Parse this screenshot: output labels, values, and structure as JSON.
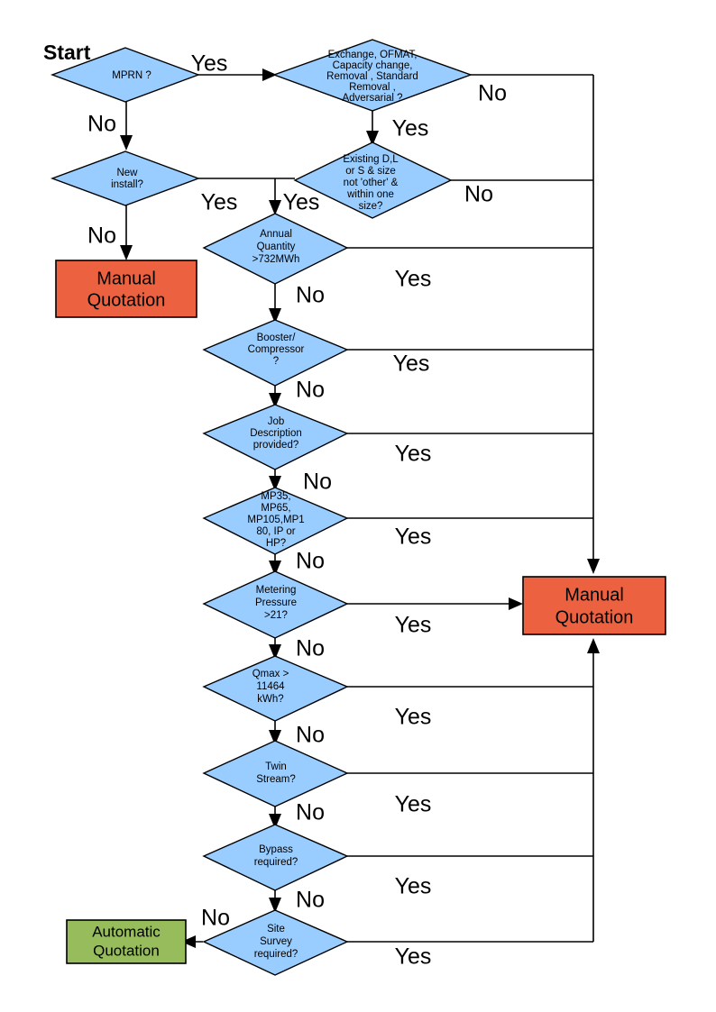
{
  "diagram": {
    "title_label": "Start",
    "colors": {
      "decision_fill": "#99CCFF",
      "manual_fill": "#EC6241",
      "automatic_fill": "#96BC5C",
      "line": "#000000"
    },
    "decisions": {
      "mprn": {
        "l1": "MPRN ?"
      },
      "exchange": {
        "l1": "Exchange, OFMAT,",
        "l2": "Capacity change,",
        "l3": "Removal , Standard",
        "l4": "Removal ,",
        "l5": "Adversarial ?"
      },
      "new_install": {
        "l1": "New",
        "l2": "install?"
      },
      "existing": {
        "l1": "Existing D,L",
        "l2": "or S & size",
        "l3": "not 'other' &",
        "l4": "within one",
        "l5": "size?"
      },
      "annual_quantity": {
        "l1": "Annual",
        "l2": "Quantity",
        "l3": ">732MWh"
      },
      "booster": {
        "l1": "Booster/",
        "l2": "Compressor",
        "l3": "?"
      },
      "job_description": {
        "l1": "Job",
        "l2": "Description",
        "l3": "provided?"
      },
      "mp_classes": {
        "l1": "MP35,",
        "l2": "MP65,",
        "l3": "MP105,MP1",
        "l4": "80, IP or",
        "l5": "HP?"
      },
      "metering_pressure": {
        "l1": "Metering",
        "l2": "Pressure",
        "l3": ">21?"
      },
      "qmax": {
        "l1": "Qmax >",
        "l2": "11464",
        "l3": "kWh?"
      },
      "twin_stream": {
        "l1": "Twin",
        "l2": "Stream?"
      },
      "bypass": {
        "l1": "Bypass",
        "l2": "required?"
      },
      "site_survey": {
        "l1": "Site",
        "l2": "Survey",
        "l3": "required?"
      }
    },
    "terminals": {
      "manual_left": {
        "l1": "Manual",
        "l2": "Quotation"
      },
      "manual_right": {
        "l1": "Manual",
        "l2": "Quotation"
      },
      "automatic": {
        "l1": "Automatic",
        "l2": "Quotation"
      }
    },
    "branch_labels": {
      "mprn_yes": "Yes",
      "mprn_no": "No",
      "exchange_no": "No",
      "exchange_yes": "Yes",
      "new_install_yes": "Yes",
      "new_install_no": "No",
      "existing_yes": "Yes",
      "existing_no": "No",
      "annual_quantity_yes": "Yes",
      "annual_quantity_no": "No",
      "booster_yes": "Yes",
      "booster_no": "No",
      "job_description_yes": "Yes",
      "job_description_no": "No",
      "mp_classes_yes": "Yes",
      "mp_classes_no": "No",
      "metering_pressure_yes": "Yes",
      "metering_pressure_no": "No",
      "qmax_yes": "Yes",
      "qmax_no": "No",
      "twin_stream_yes": "Yes",
      "twin_stream_no": "No",
      "bypass_yes": "Yes",
      "bypass_no": "No",
      "site_survey_yes": "Yes",
      "site_survey_no": "No"
    }
  }
}
